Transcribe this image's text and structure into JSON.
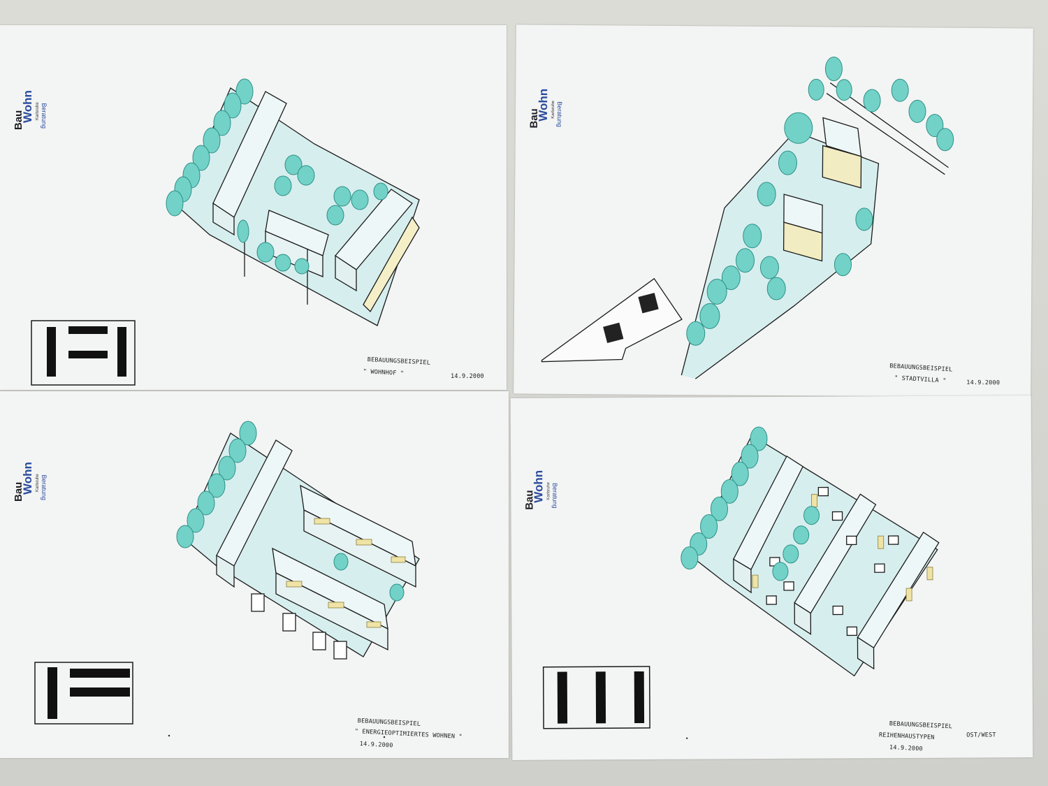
{
  "sheets": [
    {
      "logo": {
        "bau": "Bau",
        "wohn": "Wohn",
        "city": "Karlsruhe",
        "beratung": "Beratung"
      },
      "caption": {
        "line1": "BEBAUUNGSBEISPIEL",
        "line2": "\" WOHNHOF \"",
        "date": "14.9.2000"
      }
    },
    {
      "logo": {
        "bau": "Bau",
        "wohn": "Wohn",
        "city": "Karlsruhe",
        "beratung": "Beratung"
      },
      "caption": {
        "line1": "BEBAUUNGSBEISPIEL",
        "line2": "\" STADTVILLA \"",
        "date": "14.9.2000"
      }
    },
    {
      "logo": {
        "bau": "Bau",
        "wohn": "Wohn",
        "city": "Karlsruhe",
        "beratung": "Beratung"
      },
      "caption": {
        "line1": "BEBAUUNGSBEISPIEL",
        "line2": "\" ENERGIEOPTIMIERTES WOHNEN \"",
        "date": "14.9.2000"
      }
    },
    {
      "logo": {
        "bau": "Bau",
        "wohn": "Wohn",
        "city": "Karlsruhe",
        "beratung": "Beratung"
      },
      "caption": {
        "line1": "BEBAUUNGSBEISPIEL",
        "line2": "REIHENHAUSTYPEN",
        "extra": "OST/WEST",
        "date": "14.9.2000"
      }
    }
  ],
  "colors": {
    "tree": "#6fd0c6",
    "treeDark": "#3aa79b",
    "ground": "#d2ecec",
    "accent": "#e8dfa0",
    "ink": "#1a1a1a"
  }
}
